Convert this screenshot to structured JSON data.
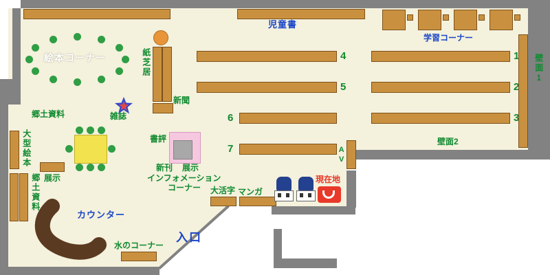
{
  "areas": {
    "children_books": "児童書",
    "study_corner": "学習コーナー",
    "picture_book_corner": "絵本コーナー",
    "kamishibai": "紙芝居",
    "newspaper": "新聞",
    "magazine": "雑誌",
    "local_materials_upper": "郷土資料",
    "large_picture_books": "大型絵本",
    "local_materials_side": "郷土資料",
    "exhibit_left": "展示",
    "book_review": "書評",
    "new_books": "新刊",
    "exhibit_center": "展示",
    "info_line1": "インフォメーション",
    "info_line2": "コーナー",
    "large_print": "大活字",
    "manga": "マンガ",
    "av": "AV",
    "counter": "カウンター",
    "water_corner": "水のコーナー",
    "entrance": "入口",
    "current_location": "現在地",
    "wall_1": "壁面1",
    "wall_2": "壁面2"
  },
  "shelf_numbers": [
    "1",
    "2",
    "3",
    "4",
    "5",
    "6",
    "7"
  ],
  "colors": {
    "floor": "#f4f1dd",
    "wall": "#828282",
    "shelf": "#c9913f",
    "shelf_border": "#7d5018",
    "label_green": "#0f8a2f",
    "label_blue": "#1a46c8",
    "current_red": "#e8392a",
    "seat_green": "#2f9e44",
    "table_yellow": "#f2e24e",
    "display_pink": "#f6c8e0",
    "display_gray": "#a8a8a8",
    "counter_brown": "#5a3a20",
    "machine_blue": "#24418f",
    "round_table_orange": "#e8953a",
    "star_blue": "#3848c8",
    "star_red": "#e04848"
  }
}
